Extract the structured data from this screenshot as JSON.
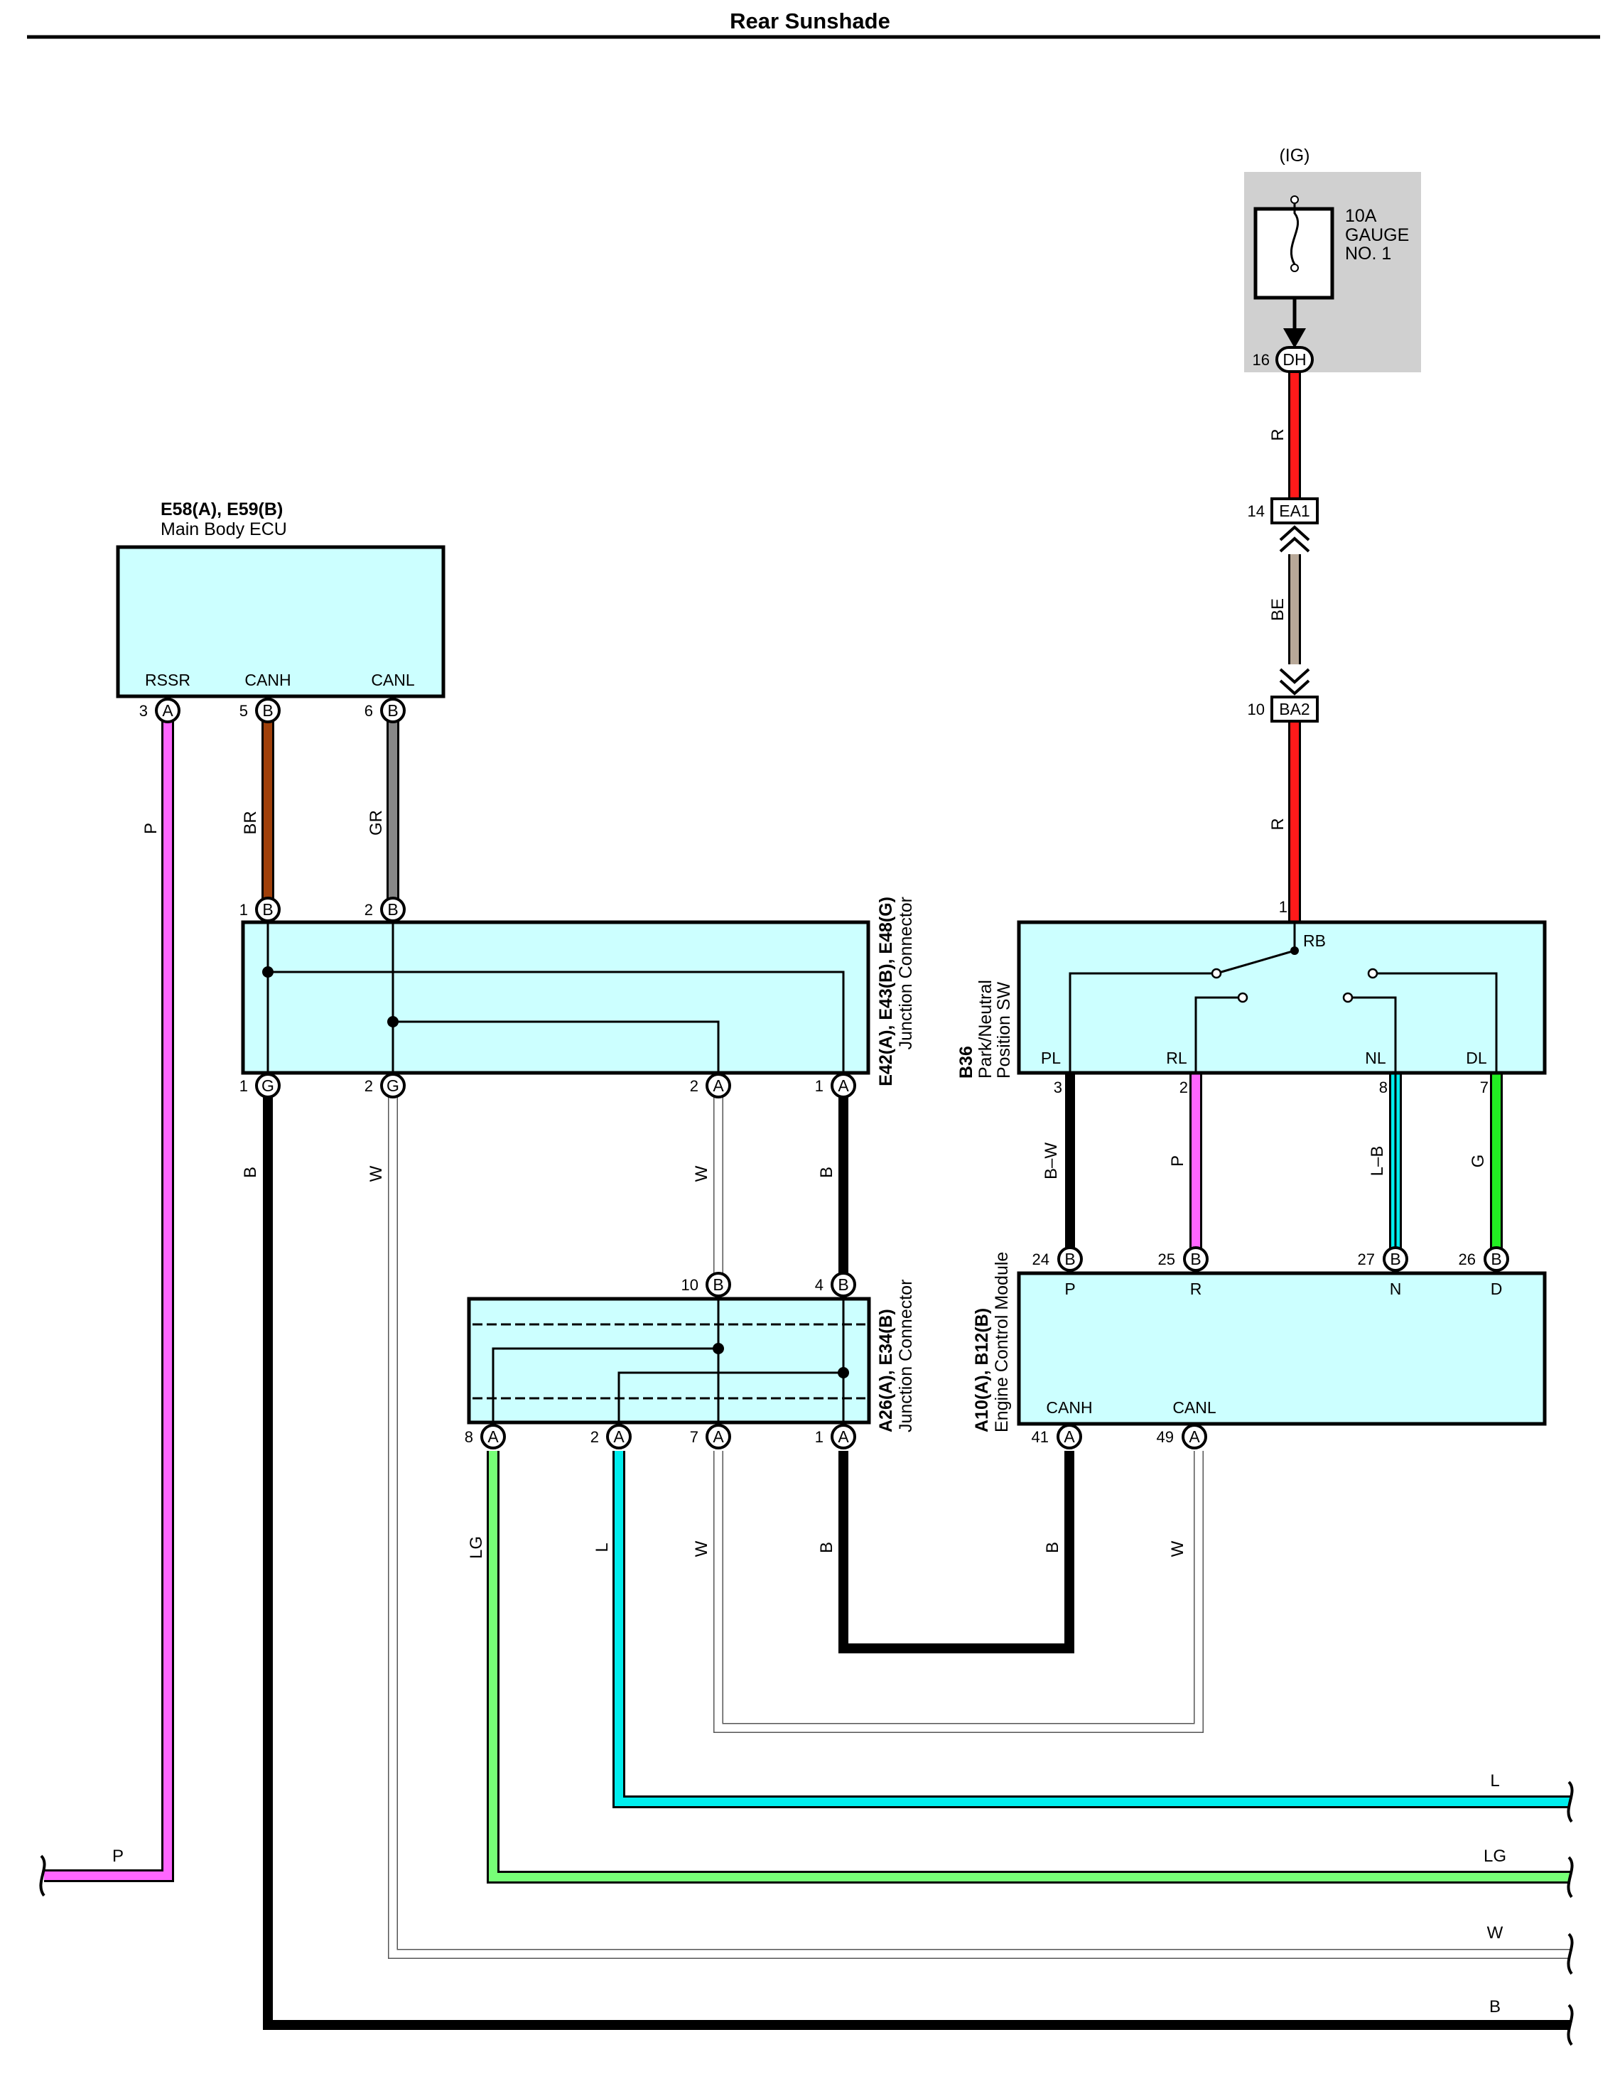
{
  "title": "Rear Sunshade",
  "colors": {
    "module_fill": "#ccffff",
    "fuse_fill": "#d0d0d0",
    "P": "#ff66ff",
    "BR": "#a0400a",
    "GR": "#888888",
    "R": "#ff1a1a",
    "BE": "#b8a898",
    "B": "#000000",
    "W": "#ffffff",
    "LG": "#77ff77",
    "L": "#00eeee",
    "G": "#22ee22",
    "B_W": "#000000",
    "L_B": "#00eeee"
  },
  "fuse": {
    "source": "(IG)",
    "rating": "10A",
    "name_line1": "GAUGE",
    "name_line2": "NO. 1",
    "terminal": "DH",
    "terminal_pin": "16"
  },
  "connectors": {
    "ea1": {
      "label": "EA1",
      "pin": "14"
    },
    "ba2": {
      "label": "BA2",
      "pin": "10"
    }
  },
  "main_body_ecu": {
    "code": "E58(A), E59(B)",
    "name": "Main Body ECU",
    "pins": [
      {
        "num": "3",
        "conn": "A",
        "name": "RSSR"
      },
      {
        "num": "5",
        "conn": "B",
        "name": "CANH"
      },
      {
        "num": "6",
        "conn": "B",
        "name": "CANL"
      }
    ]
  },
  "jc1": {
    "code": "E42(A), E43(B), E48(G)",
    "name": "Junction Connector",
    "top_pins": [
      {
        "num": "1",
        "conn": "B"
      },
      {
        "num": "2",
        "conn": "B"
      }
    ],
    "bottom_pins": [
      {
        "num": "1",
        "conn": "G"
      },
      {
        "num": "2",
        "conn": "G"
      },
      {
        "num": "2",
        "conn": "A"
      },
      {
        "num": "1",
        "conn": "A"
      }
    ]
  },
  "jc2": {
    "code": "A26(A), E34(B)",
    "name": "Junction Connector",
    "top_pins": [
      {
        "num": "10",
        "conn": "B"
      },
      {
        "num": "4",
        "conn": "B"
      }
    ],
    "bottom_pins": [
      {
        "num": "8",
        "conn": "A"
      },
      {
        "num": "2",
        "conn": "A"
      },
      {
        "num": "7",
        "conn": "A"
      },
      {
        "num": "1",
        "conn": "A"
      }
    ]
  },
  "pnp_switch": {
    "code": "B36",
    "name_line1": "Park/Neutral",
    "name_line2": "Position SW",
    "top_pin": {
      "num": "1",
      "name": "RB"
    },
    "pins": [
      {
        "num": "3",
        "name": "PL"
      },
      {
        "num": "2",
        "name": "RL"
      },
      {
        "num": "8",
        "name": "NL"
      },
      {
        "num": "7",
        "name": "DL"
      }
    ]
  },
  "ecm": {
    "code": "A10(A), B12(B)",
    "name": "Engine Control Module",
    "top_pins": [
      {
        "num": "24",
        "conn": "B",
        "name": "P"
      },
      {
        "num": "25",
        "conn": "B",
        "name": "R"
      },
      {
        "num": "27",
        "conn": "B",
        "name": "N"
      },
      {
        "num": "26",
        "conn": "B",
        "name": "D"
      }
    ],
    "bottom_pins": [
      {
        "num": "41",
        "conn": "A",
        "name": "CANH"
      },
      {
        "num": "49",
        "conn": "A",
        "name": "CANL"
      }
    ]
  },
  "wire_labels": {
    "p1": "P",
    "br": "BR",
    "gr": "GR",
    "r1": "R",
    "be": "BE",
    "r2": "R",
    "b1": "B",
    "w1": "W",
    "w2": "W",
    "b2": "B",
    "bw": "B–W",
    "p2": "P",
    "lb": "L–B",
    "g": "G",
    "lg": "LG",
    "l": "L",
    "w3": "W",
    "b3": "B",
    "b4": "B",
    "w4": "W",
    "off_p": "P",
    "off_l": "L",
    "off_lg": "LG",
    "off_w": "W",
    "off_b": "B"
  }
}
